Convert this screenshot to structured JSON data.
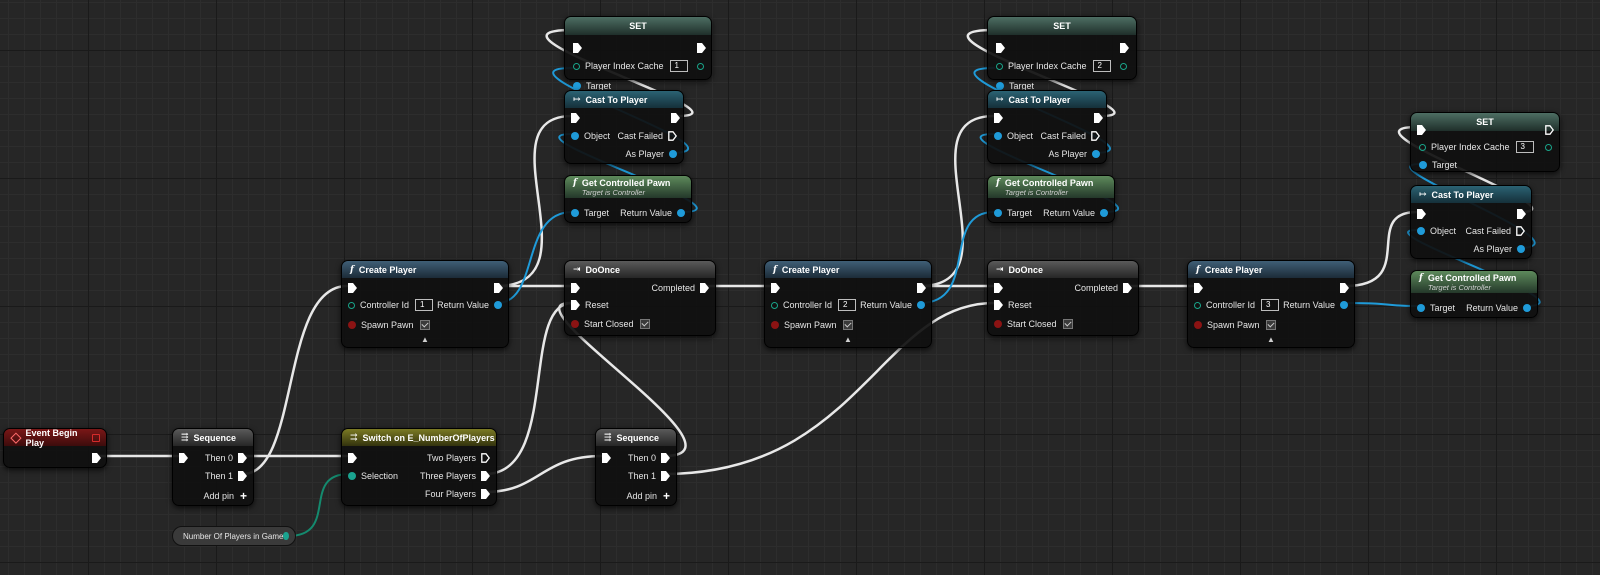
{
  "nodes": {
    "set1": {
      "title": "SET",
      "pin_label": "Player Index Cache",
      "value": "1",
      "target_label": "Target"
    },
    "set2": {
      "title": "SET",
      "pin_label": "Player Index Cache",
      "value": "2",
      "target_label": "Target"
    },
    "set3": {
      "title": "SET",
      "pin_label": "Player Index Cache",
      "value": "3",
      "target_label": "Target"
    },
    "cast1": {
      "title": "Cast To Player",
      "object_label": "Object",
      "failed_label": "Cast Failed",
      "as_label": "As Player"
    },
    "cast2": {
      "title": "Cast To Player",
      "object_label": "Object",
      "failed_label": "Cast Failed",
      "as_label": "As Player"
    },
    "cast3": {
      "title": "Cast To Player",
      "object_label": "Object",
      "failed_label": "Cast Failed",
      "as_label": "As Player"
    },
    "pawn1": {
      "title": "Get Controlled Pawn",
      "subtitle": "Target is Controller",
      "target_label": "Target",
      "return_label": "Return Value"
    },
    "pawn2": {
      "title": "Get Controlled Pawn",
      "subtitle": "Target is Controller",
      "target_label": "Target",
      "return_label": "Return Value"
    },
    "pawn3": {
      "title": "Get Controlled Pawn",
      "subtitle": "Target is Controller",
      "target_label": "Target",
      "return_label": "Return Value"
    },
    "create1": {
      "title": "Create Player",
      "controller_label": "Controller Id",
      "controller_value": "1",
      "return_label": "Return Value",
      "spawn_label": "Spawn Pawn"
    },
    "create2": {
      "title": "Create Player",
      "controller_label": "Controller Id",
      "controller_value": "2",
      "return_label": "Return Value",
      "spawn_label": "Spawn Pawn"
    },
    "create3": {
      "title": "Create Player",
      "controller_label": "Controller Id",
      "controller_value": "3",
      "return_label": "Return Value",
      "spawn_label": "Spawn Pawn"
    },
    "doonce1": {
      "title": "DoOnce",
      "completed_label": "Completed",
      "reset_label": "Reset",
      "start_closed_label": "Start Closed"
    },
    "doonce2": {
      "title": "DoOnce",
      "completed_label": "Completed",
      "reset_label": "Reset",
      "start_closed_label": "Start Closed"
    },
    "event_begin": {
      "title": "Event Begin Play"
    },
    "seq1": {
      "title": "Sequence",
      "then0": "Then 0",
      "then1": "Then 1",
      "add_pin": "Add pin"
    },
    "seq2": {
      "title": "Sequence",
      "then0": "Then 0",
      "then1": "Then 1",
      "add_pin": "Add pin"
    },
    "switch": {
      "title": "Switch on E_NumberOfPlayers",
      "selection_label": "Selection",
      "two": "Two Players",
      "three": "Three Players",
      "four": "Four Players"
    },
    "num_players": {
      "label": "Number Of Players in Game"
    }
  },
  "colors": {
    "exec": "#ffffff",
    "object_pin": "#1f9bd9",
    "int_pin": "#1aa38f",
    "bool_pin": "#8b1313",
    "background": "#262626"
  }
}
